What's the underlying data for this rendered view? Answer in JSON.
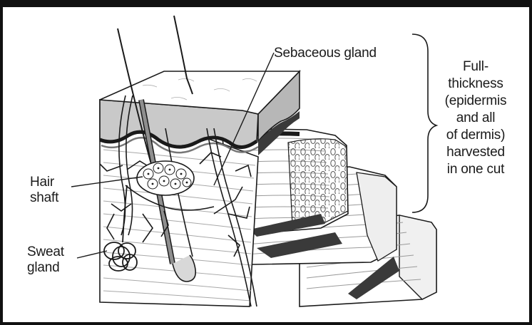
{
  "labels": {
    "sebaceous_gland": "Sebaceous gland",
    "hair_shaft": "Hair\nshaft",
    "sweat_gland": "Sweat\ngland",
    "full_thickness": "Full-\nthickness\n(epidermis\nand all\nof dermis)\nharvested\nin one cut"
  },
  "colors": {
    "line": "#1a1a1a",
    "epidermis": "#c9c9c9",
    "dermis_band": "#8a8a8a",
    "cut_face": "#ececec",
    "shadow": "#3a3a3a",
    "background": "#ffffff"
  }
}
